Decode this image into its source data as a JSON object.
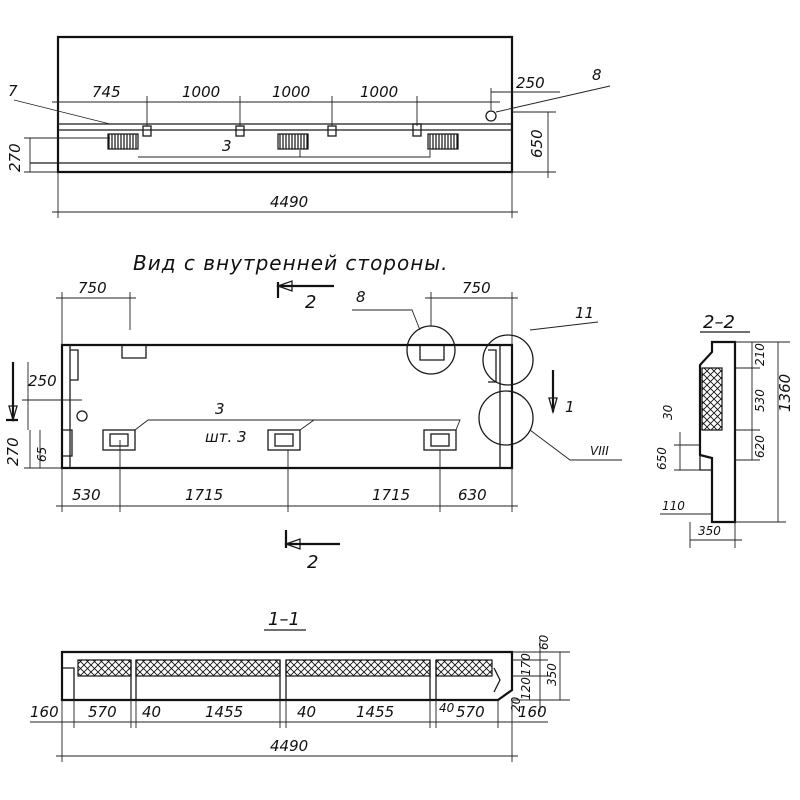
{
  "top_view": {
    "spacings": [
      "745",
      "1000",
      "1000",
      "1000"
    ],
    "right_offset": "250",
    "callout_7": "7",
    "callout_8": "8",
    "callout_3": "3",
    "height_left": "270",
    "height_right": "650",
    "total_length": "4490"
  },
  "inner_view": {
    "caption": "Вид с внутренней стороны.",
    "section_mark": "2",
    "left_offset": "750",
    "right_offset": "750",
    "callout_8": "8",
    "callout_11": "11",
    "callout_1": "1",
    "callout_3": "3",
    "quantity_note": "шт. 3",
    "leader_tag": "VIII",
    "dim_250": "250",
    "dim_270": "270",
    "dim_65": "65",
    "bottom_dims": [
      "530",
      "1715",
      "1715",
      "630"
    ]
  },
  "section_2_2": {
    "title": "2–2",
    "dims_right": [
      "210",
      "530",
      "620"
    ],
    "total_height": "1360",
    "dim_30": "30",
    "dim_650": "650",
    "dim_110": "110",
    "dim_350": "350"
  },
  "section_1_1": {
    "title": "1–1",
    "dims_right": [
      "60",
      "170",
      "350",
      "120",
      "20"
    ],
    "bottom_dims": [
      "160",
      "570",
      "40",
      "1455",
      "40",
      "1455",
      "40",
      "570",
      "160"
    ],
    "total_length": "4490"
  }
}
